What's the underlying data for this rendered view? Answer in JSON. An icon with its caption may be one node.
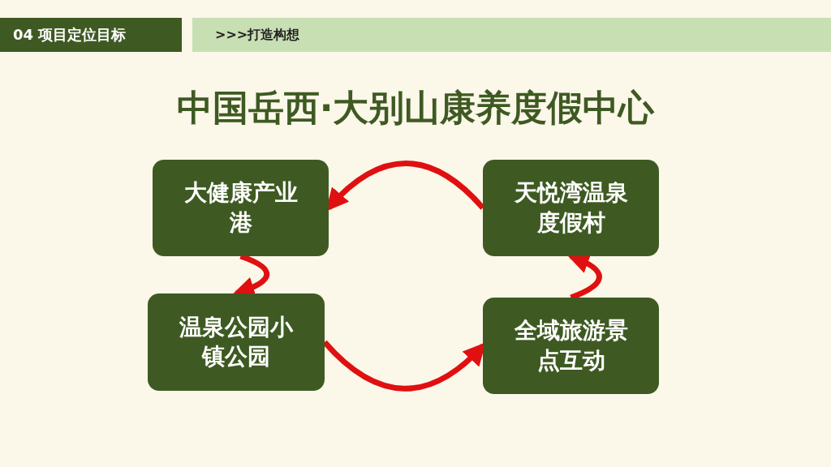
{
  "diagram": {
    "title": "中国岳西·大别山康养度假中心",
    "nodes": [
      {
        "text": [
          "04 项目定位目标"
        ]
      },
      {
        "text": [
          ">>>打造构想"
        ]
      },
      {
        "text": [
          "大健康产业港"
        ]
      },
      {
        "text": [
          "天悦湾温泉度假村"
        ]
      },
      {
        "text": [
          "温泉公园小镇公园"
        ]
      },
      {
        "text": [
          "全域旅游景点互动"
        ]
      }
    ],
    "edges": [
      {
        "from": 2,
        "to": 4,
        "arrow": "to",
        "color": "#e01010"
      },
      {
        "from": 4,
        "to": 5,
        "arrow": "to",
        "color": "#e01010"
      },
      {
        "from": 5,
        "to": 3,
        "arrow": "to",
        "color": "#e01010"
      },
      {
        "from": 3,
        "to": 2,
        "arrow": "to",
        "color": "#e01010"
      }
    ]
  }
}
